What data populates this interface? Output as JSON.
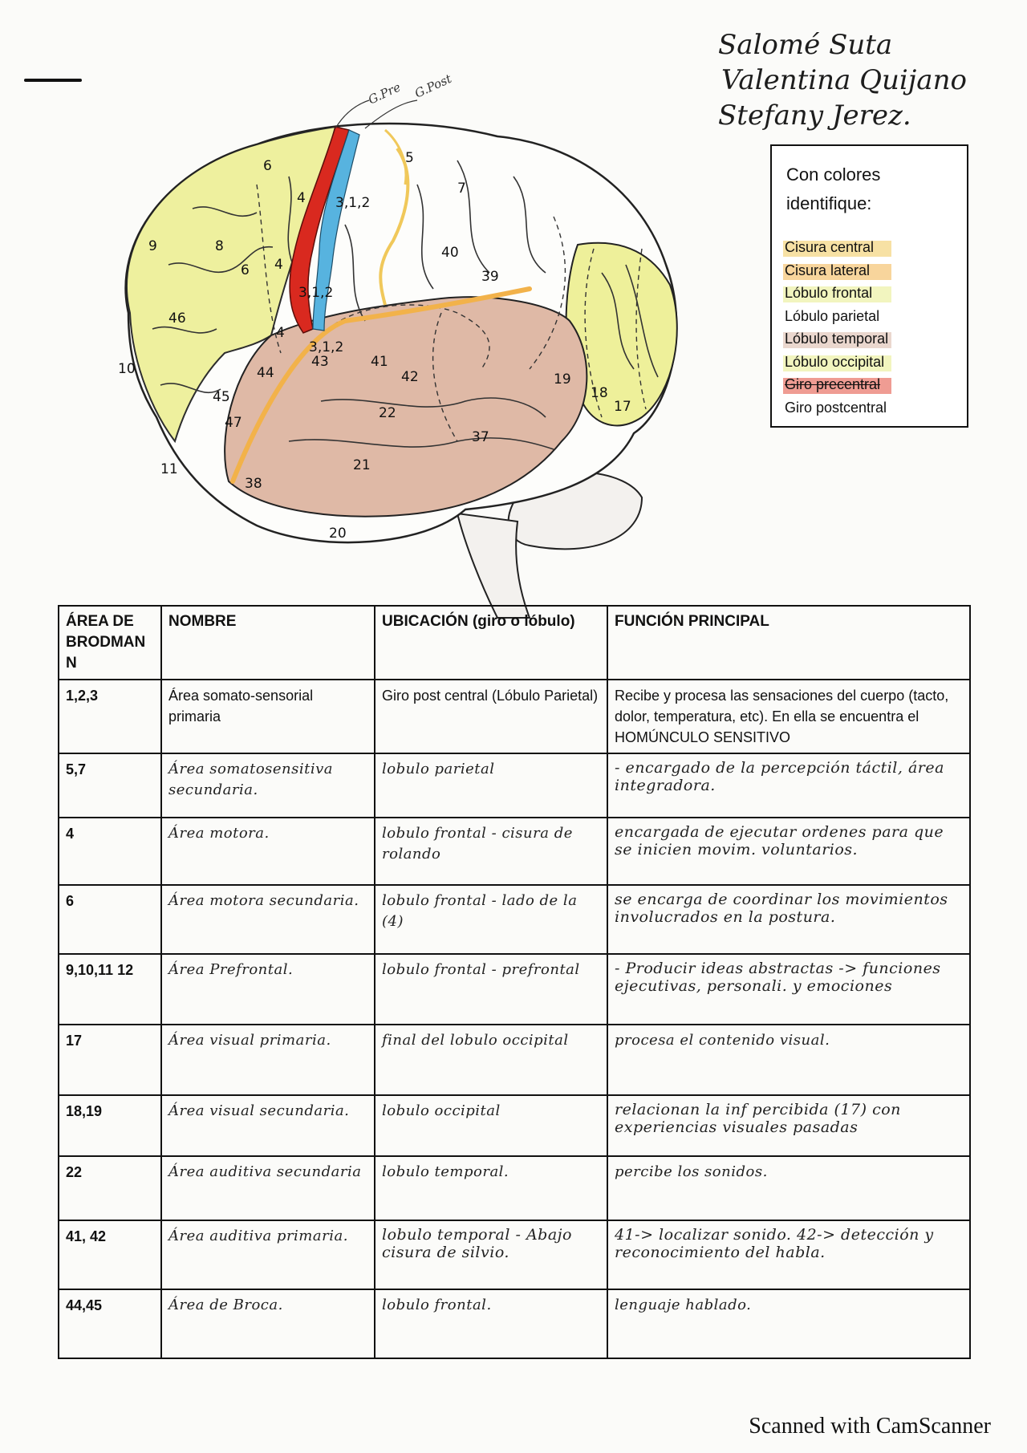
{
  "authors": [
    "Salomé Suta",
    "Valentina Quijano",
    "Stefany Jerez."
  ],
  "figure": {
    "labels": {
      "g_pre": "G.Pre",
      "g_post": "G.Post",
      "areas": [
        "6",
        "4",
        "3,1,2",
        "5",
        "7",
        "9",
        "8",
        "6",
        "4",
        "3,1,2",
        "40",
        "39",
        "46",
        "4",
        "3,1,2",
        "43",
        "41",
        "42",
        "10",
        "44",
        "45",
        "47",
        "22",
        "19",
        "18",
        "17",
        "37",
        "11",
        "21",
        "38",
        "20"
      ]
    }
  },
  "legend": {
    "title": "Con colores identifique:",
    "items": [
      {
        "label": "Cisura central",
        "color": "#f0c85a"
      },
      {
        "label": "Cisura lateral",
        "color": "#f2b24a"
      },
      {
        "label": "Lóbulo frontal",
        "color": "#e8ec8a"
      },
      {
        "label": "Lóbulo parietal",
        "color": "#ffffff"
      },
      {
        "label": "Lóbulo temporal",
        "color": "#d9b6a6"
      },
      {
        "label": "Lóbulo occipital",
        "color": "#e8ec8a"
      },
      {
        "label": "Giro precentral",
        "color": "#e14b3b"
      },
      {
        "label": "Giro postcentral",
        "color": "#ffffff"
      }
    ]
  },
  "table": {
    "headers": [
      "ÁREA DE BRODMANN",
      "NOMBRE",
      "UBICACIÓN (giro o lóbulo)",
      "FUNCIÓN PRINCIPAL"
    ],
    "rows": [
      {
        "area": "1,2,3",
        "nombre": "Área somato-sensorial primaria",
        "ubicacion": "Giro post central (Lóbulo Parietal)",
        "funcion": "Recibe y procesa las sensaciones del cuerpo (tacto, dolor, temperatura, etc). En ella se encuentra el HOMÚNCULO SENSITIVO"
      },
      {
        "area": "5,7",
        "nombre": "Área somatosensitiva secundaria.",
        "ubicacion": "lobulo parietal",
        "funcion": "- encargado de la percepción táctil, área integradora."
      },
      {
        "area": "4",
        "nombre": "Área motora.",
        "ubicacion": "lobulo frontal - cisura de rolando",
        "funcion": "encargada de ejecutar ordenes para que se inicien movim. voluntarios."
      },
      {
        "area": "6",
        "nombre": "Área motora secundaria.",
        "ubicacion": "lobulo frontal - lado de la (4)",
        "funcion": "se encarga de coordinar los movimientos involucrados en la postura."
      },
      {
        "area": "9,10,11 12",
        "nombre": "Área Prefrontal.",
        "ubicacion": "lobulo frontal - prefrontal",
        "funcion": "- Producir ideas abstractas -> funciones ejecutivas, personali. y emociones"
      },
      {
        "area": "17",
        "nombre": "Área visual primaria.",
        "ubicacion": "final del lobulo occipital",
        "funcion": "procesa el contenido visual."
      },
      {
        "area": "18,19",
        "nombre": "Área visual secundaria.",
        "ubicacion": "lobulo occipital",
        "funcion": "relacionan la inf percibida (17) con experiencias visuales pasadas"
      },
      {
        "area": "22",
        "nombre": "Área auditiva secundaria",
        "ubicacion": "lobulo temporal.",
        "funcion": "percibe los sonidos."
      },
      {
        "area": "41, 42",
        "nombre": "Área auditiva primaria.",
        "ubicacion": "lobulo temporal - Abajo cisura de silvio.",
        "funcion": "41-> localizar sonido. 42-> detección y reconocimiento del habla."
      },
      {
        "area": "44,45",
        "nombre": "Área de Broca.",
        "ubicacion": "lobulo frontal.",
        "funcion": "lenguaje hablado."
      }
    ]
  },
  "footer": "Scanned with CamScanner"
}
